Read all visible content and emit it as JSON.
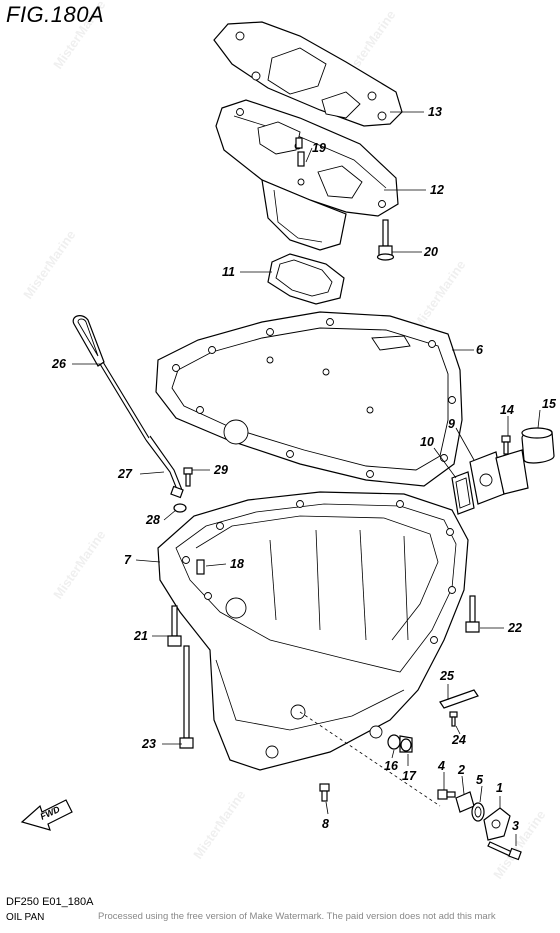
{
  "figure": {
    "title": "FIG.180A",
    "code": "DF250 E01_180A",
    "subtitle": "OIL PAN",
    "watermark_notice": "Processed using the free version of Make Watermark. The paid version does not add this mark",
    "watermark_text": "MisterMarine",
    "fwd_label": "FWD"
  },
  "callouts": [
    "1",
    "2",
    "3",
    "4",
    "5",
    "6",
    "7",
    "8",
    "9",
    "10",
    "11",
    "12",
    "13",
    "14",
    "15",
    "16",
    "17",
    "18",
    "19",
    "20",
    "21",
    "22",
    "23",
    "24",
    "25",
    "26",
    "27",
    "28",
    "29"
  ],
  "colors": {
    "line": "#000000",
    "background": "#ffffff",
    "watermark_note": "#888888"
  }
}
